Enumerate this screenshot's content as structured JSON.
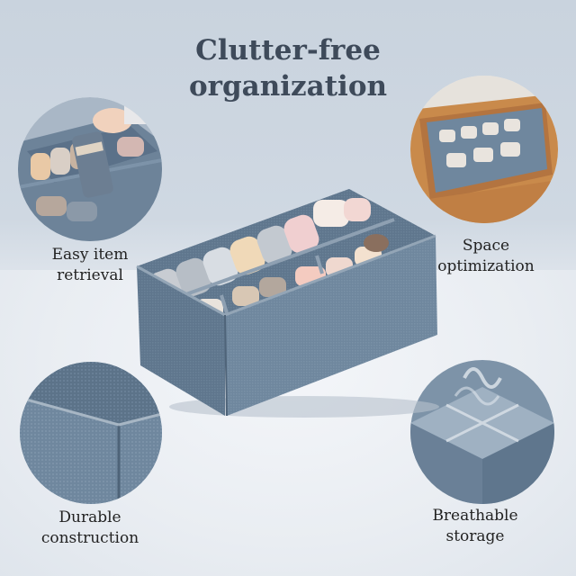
{
  "headline": {
    "line1": "Clutter-free",
    "line2": "organization"
  },
  "features": [
    {
      "name": "easy-item-retrieval",
      "line1": "Easy item",
      "line2": "retrieval"
    },
    {
      "name": "space-optimization",
      "line1": "Space",
      "line2": "optimization"
    },
    {
      "name": "durable-construction",
      "line1": "Durable",
      "line2": "construction"
    },
    {
      "name": "breathable-storage",
      "line1": "Breathable",
      "line2": "storage"
    }
  ],
  "colors": {
    "organizer": "#6f879e",
    "organizer_dark": "#566d84",
    "text": "#3e4a5a",
    "wood": "#c98a4b"
  }
}
